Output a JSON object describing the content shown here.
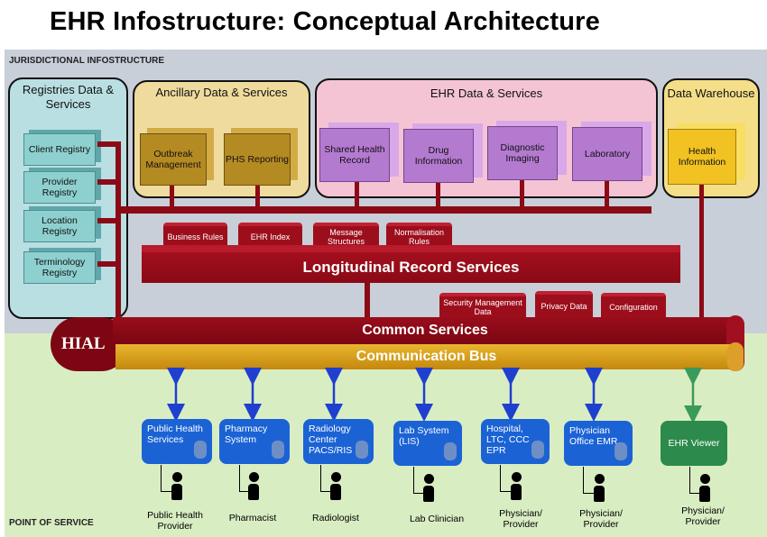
{
  "title": "EHR Infostructure: Conceptual Architecture",
  "zones": {
    "jurisdictional": "JURISDICTIONAL INFOSTRUCTURE",
    "point_of_service": "POINT OF SERVICE"
  },
  "registries": {
    "title": "Registries Data & Services",
    "items": [
      "Client Registry",
      "Provider Registry",
      "Location Registry",
      "Terminology Registry"
    ]
  },
  "ancillary": {
    "title": "Ancillary Data & Services",
    "items": [
      "Outbreak Management",
      "PHS Reporting"
    ]
  },
  "ehr": {
    "title": "EHR Data & Services",
    "items": [
      "Shared Health Record",
      "Drug Information",
      "Diagnostic Imaging",
      "Laboratory"
    ]
  },
  "warehouse": {
    "title": "Data Warehouse",
    "items": [
      "Health Information"
    ]
  },
  "lrs": {
    "title": "Longitudinal Record Services",
    "components": [
      "Business Rules",
      "EHR Index",
      "Message Structures",
      "Normalisation Rules"
    ]
  },
  "services": [
    "Security Management Data",
    "Privacy Data",
    "Configuration"
  ],
  "hial": "HIAL",
  "common_services": "Common Services",
  "communication_bus": "Communication Bus",
  "pos_systems": [
    {
      "label": "Public Health Services",
      "role": "Public Health Provider"
    },
    {
      "label": "Pharmacy System",
      "role": "Pharmacist"
    },
    {
      "label": "Radiology Center PACS/RIS",
      "role": "Radiologist"
    },
    {
      "label": "Lab System (LIS)",
      "role": "Lab Clinician"
    },
    {
      "label": "Hospital, LTC, CCC EPR",
      "role": "Physician/ Provider"
    },
    {
      "label": "Physician Office EMR",
      "role": "Physician/ Provider"
    },
    {
      "label": "EHR Viewer",
      "role": "Physician/ Provider"
    }
  ],
  "colors": {
    "registries": "#b9dfe2",
    "ancillary": "#eedb9d",
    "ehr": "#f4c4d4",
    "warehouse": "#f4de88",
    "pipe": "#8b0a16",
    "bus": "#e9b62e",
    "system": "#1b63d5",
    "viewer": "#2c8a4c",
    "arrow_blue": "#1f3fcf",
    "arrow_green": "#3a9a5a"
  }
}
